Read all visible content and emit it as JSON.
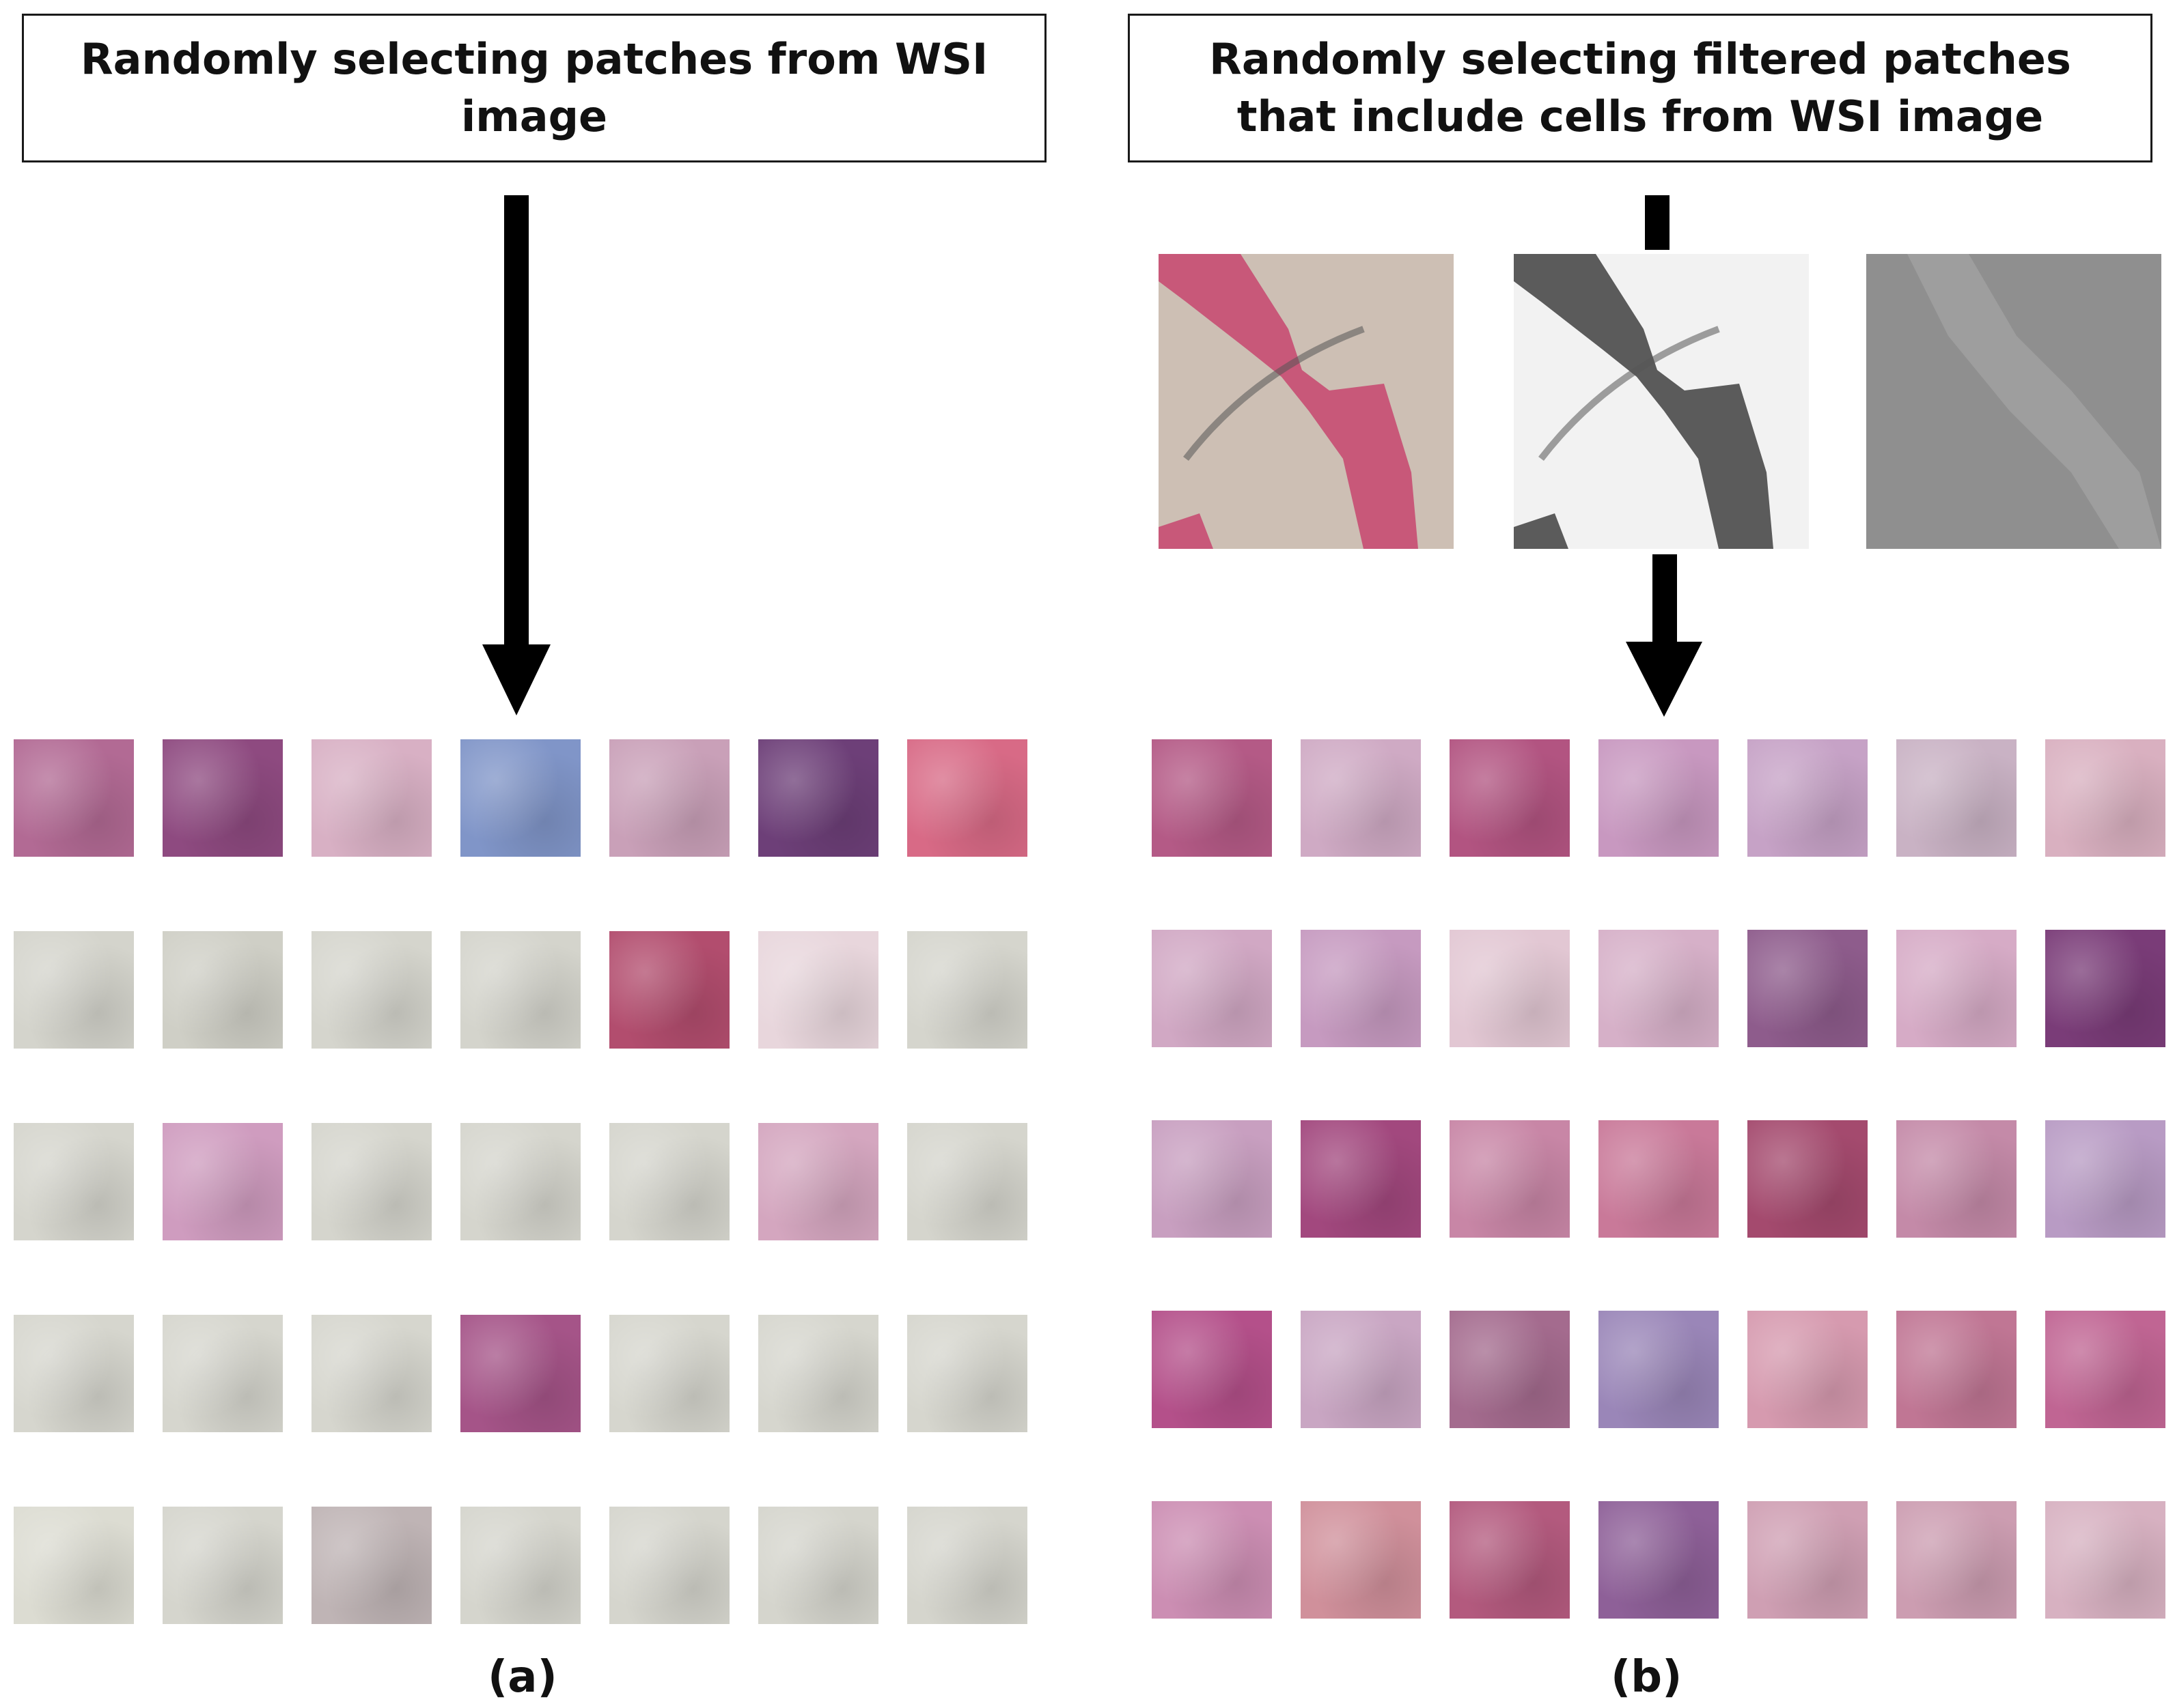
{
  "panel_a": {
    "title": "Randomly selecting patches from WSI image",
    "label": "(a)",
    "patches": [
      [
        "#b26a94",
        "#8e4a80",
        "#d8b0c4",
        "#8095c8",
        "#c9a0b8",
        "#6d3f78",
        "#d86a86"
      ],
      [
        "#d4d4cc",
        "#cfcfc6",
        "#d5d5cd",
        "#d4d4cc",
        "#b24d6e",
        "#e8d6dc",
        "#d5d5cd"
      ],
      [
        "#d5d5cd",
        "#cf9cbf",
        "#d5d5cd",
        "#d5d5cd",
        "#d5d5cd",
        "#d4a6bf",
        "#d5d5cd"
      ],
      [
        "#d6d6ce",
        "#d6d6ce",
        "#d6d6ce",
        "#a55488",
        "#d6d6ce",
        "#d6d6ce",
        "#d6d6ce"
      ],
      [
        "#dcdcd2",
        "#d5d5cd",
        "#bfb4b5",
        "#d5d5cd",
        "#d5d5cd",
        "#d5d5cd",
        "#d5d5cd"
      ]
    ]
  },
  "panel_b": {
    "title": "Randomly selecting filtered patches that include cells from WSI image",
    "label": "(b)",
    "filter_stages": [
      {
        "name": "he-thumbnail",
        "color": "#cdbfb4",
        "accent": "#c84c72"
      },
      {
        "name": "grayscale-thumbnail",
        "color": "#f2f2f2",
        "accent": "#4a4a4a"
      },
      {
        "name": "filtered-mask",
        "color": "#8f8f8f",
        "accent": "#a4a4a4"
      }
    ],
    "patches": [
      [
        "#b45a86",
        "#cfaac4",
        "#b25481",
        "#c898c0",
        "#c6a2c6",
        "#c9b2c4",
        "#d9b0c0"
      ],
      [
        "#d1a8c4",
        "#c69ac0",
        "#e2c7d3",
        "#d6b0c8",
        "#8e5c8c",
        "#d6abc6",
        "#7a3c78"
      ],
      [
        "#c89fc0",
        "#a2487e",
        "#c886a6",
        "#c97999",
        "#a44a6e",
        "#c48aa8",
        "#b89bc4"
      ],
      [
        "#b4508a",
        "#c9a6c3",
        "#a46b8e",
        "#9a86b8",
        "#d69aaf",
        "#c07694",
        "#c06593"
      ],
      [
        "#cc8eb3",
        "#d0909b",
        "#b35a7e",
        "#8e6098",
        "#cf9fb3",
        "#cc9db1",
        "#d7b1c1"
      ]
    ]
  }
}
